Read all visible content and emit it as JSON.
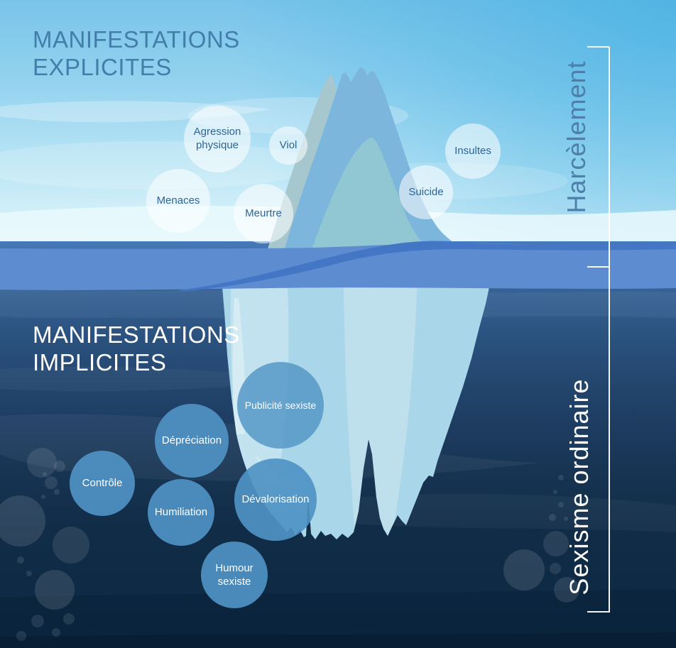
{
  "header": {
    "explicit_title_line1": "MANIFESTATIONS",
    "explicit_title_line2": "EXPLICITES"
  },
  "underwater": {
    "implicit_title_line1": "MANIFESTATIONS",
    "implicit_title_line2": "IMPLICITES"
  },
  "side_labels": {
    "above": "Harcèlement",
    "below": "Sexisme ordinaire"
  },
  "explicit_bubbles": [
    {
      "label": "Agression physique"
    },
    {
      "label": "Viol"
    },
    {
      "label": "Menaces"
    },
    {
      "label": "Meurtre"
    },
    {
      "label": "Suicide"
    },
    {
      "label": "Insultes"
    }
  ],
  "implicit_bubbles": [
    {
      "label": "Publicité sexiste"
    },
    {
      "label": "Dépréciation"
    },
    {
      "label": "Contrôle"
    },
    {
      "label": "Humiliation"
    },
    {
      "label": "Dévalorisation"
    },
    {
      "label": "Humour sexiste"
    }
  ],
  "colors": {
    "sky_top": "#79c4e9",
    "water_surface": "#5e8cd1",
    "surface_wave": "#4377c5",
    "deep_water": "#0d2941",
    "iceberg_above": "#7db6dd",
    "iceberg_below": "#a9d6e8",
    "title_blue": "#427ea9",
    "underwater_bubble": "#4f93c4",
    "explicit_bubble_text": "#2e6596"
  }
}
